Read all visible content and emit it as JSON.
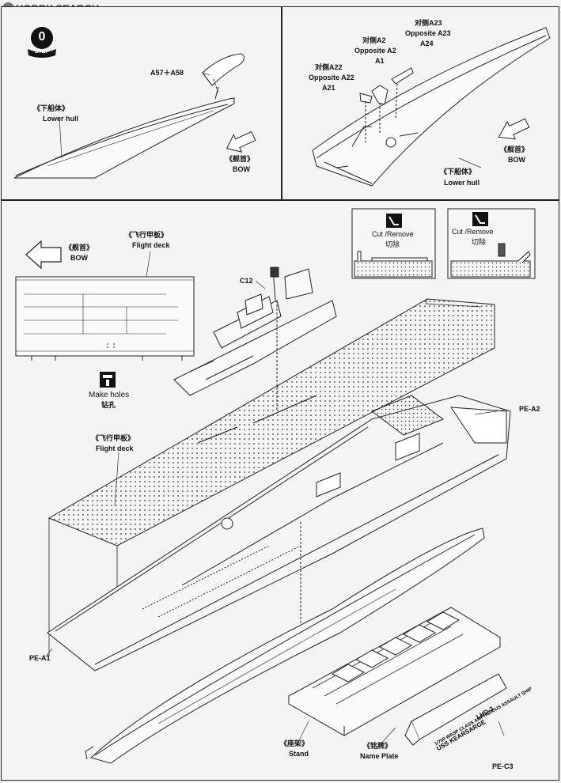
{
  "watermark": {
    "text": "HOBBY SEARCH"
  },
  "step": {
    "label": "STEP",
    "number": "0"
  },
  "top_left": {
    "part_a57": "A57＋A58",
    "lower_hull_cn": "《下船体》",
    "lower_hull_en": "Lower hull",
    "bow_cn": "《舰首》",
    "bow_en": "BOW"
  },
  "top_right": {
    "a23_cn": "对侧A23",
    "a23_en": "Opposite A23",
    "a24": "A24",
    "a2_cn": "对侧A2",
    "a2_en": "Opposite A2",
    "a1": "A1",
    "a22_cn": "对侧A22",
    "a22_en": "Opposite A22",
    "a21": "A21",
    "bow_cn": "《舰首》",
    "bow_en": "BOW",
    "lower_hull_cn": "《下船体》",
    "lower_hull_en": "Lower hull"
  },
  "main": {
    "bow_cn": "《舰首》",
    "bow_en": "BOW",
    "flight_deck_top_cn": "《飞行甲板》",
    "flight_deck_top_en": "Flight deck",
    "c12": "C12",
    "cut1_en": "Cut /Remove",
    "cut1_cn": "切除",
    "cut2_en": "Cut /Remove",
    "cut2_cn": "切除",
    "make_holes_en": "Make holes",
    "make_holes_cn": "钻孔",
    "flight_deck_cn": "《飞行甲板》",
    "flight_deck_en": "Flight deck",
    "pe_a2": "PE-A2",
    "pe_a1": "PE-A1",
    "stand_cn": "《座架》",
    "stand_en": "Stand",
    "nameplate_cn": "《铭牌》",
    "nameplate_en": "Name Plate",
    "pe_c3": "PE-C3",
    "plate_line1": "1/700 WASP CLASS AMPHIBIOUS ASSAULT SHIP",
    "plate_line2": "USS KEARSARGE",
    "plate_line3": "LHD-3"
  }
}
